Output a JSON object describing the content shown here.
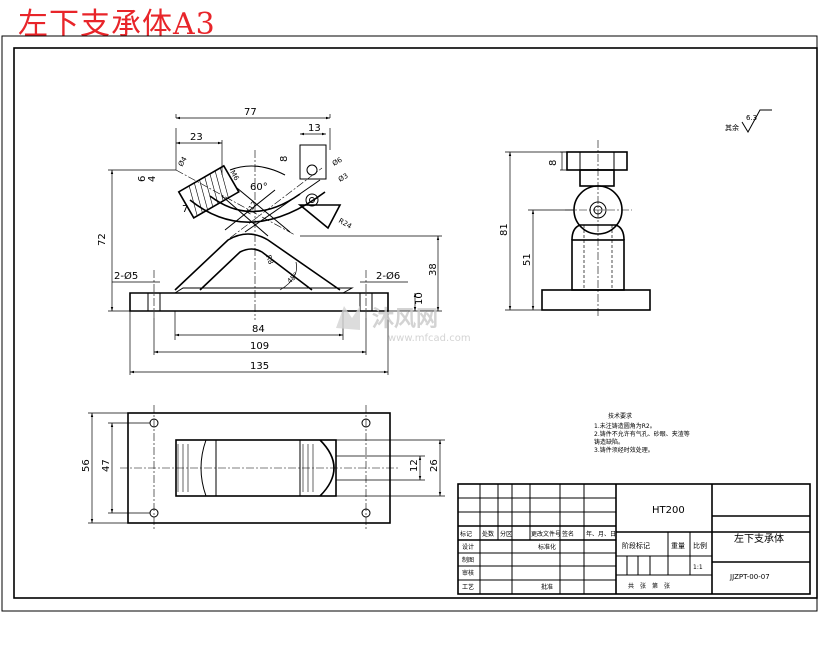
{
  "title": "左下支承体A3",
  "watermark": {
    "brand": "沐风网",
    "url": "www.mfcad.com"
  },
  "dimensions": {
    "d77": "77",
    "d23": "23",
    "d13": "13",
    "d8a": "8",
    "d8b": "8",
    "d4": "4",
    "d6": "6",
    "d7": "7",
    "phi4": "Ø4",
    "m6": "M6",
    "phi6": "Ø6",
    "phi3": "Ø3",
    "a60": "60°",
    "r12": "R12",
    "r24": "R24",
    "r8": "R8",
    "a45": "45°",
    "d72": "72",
    "d38": "38",
    "d10": "10",
    "h2phi5": "2-Ø5",
    "h2phi6": "2-Ø6",
    "d84": "84",
    "d109": "109",
    "d135": "135",
    "d81": "81",
    "d51": "51",
    "d56": "56",
    "d47": "47",
    "d12": "12",
    "d26": "26"
  },
  "roughness": {
    "value": "6.3",
    "prefix": "其余"
  },
  "tech_req": {
    "title": "技术要求",
    "items": [
      "1.未注铸造圆角为R2。",
      "2.铸件不允许有气孔、砂眼、夹渣等",
      "  铸造缺陷。",
      "3.铸件须经时效处理。"
    ]
  },
  "title_block": {
    "material": "HT200",
    "part_name": "左下支承体",
    "drawing_no": "JJZPT-00-07",
    "scale": "1:1",
    "row_labels": [
      "设计",
      "制图",
      "审核",
      "工艺"
    ],
    "header": [
      "标记",
      "处数",
      "分区",
      "更改文件号",
      "签名",
      "年、月、日"
    ],
    "standardize": "标准化",
    "approve": "批准",
    "stage_mark": "阶段标记",
    "weight": "重量",
    "scale_label": "比例",
    "sheets": "共　张　第　张"
  }
}
